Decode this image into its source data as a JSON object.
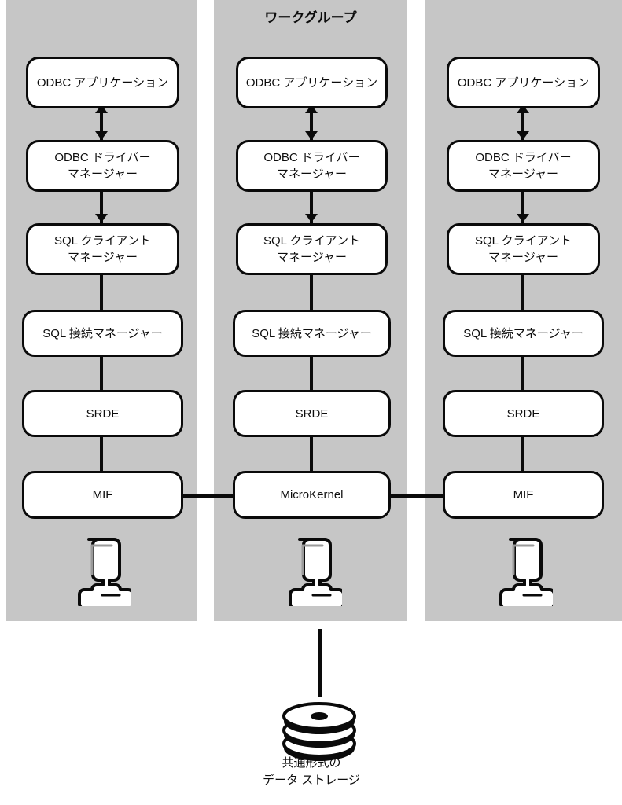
{
  "diagram": {
    "title": "ワークグループ",
    "background_color": "#ffffff",
    "panel_color": "#c6c6c6",
    "stroke_color": "#0a0a0a",
    "node_fill": "#ffffff",
    "columns": [
      {
        "id": "column-left",
        "nodes": [
          {
            "label": "ODBC アプリケーション"
          },
          {
            "label": "ODBC ドライバー\nマネージャー"
          },
          {
            "label": "SQL クライアント\nマネージャー"
          },
          {
            "label": "SQL 接続マネージャー"
          },
          {
            "label": "SRDE"
          },
          {
            "label": "MIF"
          }
        ],
        "device_icon": "workstation-icon"
      },
      {
        "id": "column-center",
        "nodes": [
          {
            "label": "ODBC アプリケーション"
          },
          {
            "label": "ODBC ドライバー\nマネージャー"
          },
          {
            "label": "SQL クライアント\nマネージャー"
          },
          {
            "label": "SQL 接続マネージャー"
          },
          {
            "label": "SRDE"
          },
          {
            "label": "MicroKernel"
          }
        ],
        "device_icon": "workstation-icon"
      },
      {
        "id": "column-right",
        "nodes": [
          {
            "label": "ODBC アプリケーション"
          },
          {
            "label": "ODBC ドライバー\nマネージャー"
          },
          {
            "label": "SQL クライアント\nマネージャー"
          },
          {
            "label": "SQL 接続マネージャー"
          },
          {
            "label": "SRDE"
          },
          {
            "label": "MIF"
          }
        ],
        "device_icon": "workstation-icon"
      }
    ],
    "storage": {
      "icon": "database-disk-stack-icon",
      "caption": "共通形式の\nデータ ストレージ"
    }
  }
}
